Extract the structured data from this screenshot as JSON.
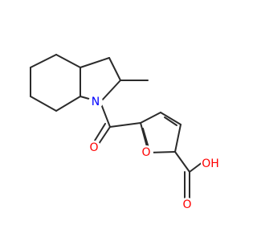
{
  "molecule": {
    "atoms": {
      "nitrogen": {
        "label": "N",
        "color": "#0000ff"
      },
      "carbonyl_oxygen": {
        "label": "O",
        "color": "#ff0000"
      },
      "furan_oxygen": {
        "label": "O",
        "color": "#ff0000"
      },
      "hydroxyl": {
        "label": "OH",
        "color": "#ff0000"
      }
    },
    "bond_color": "#2b2b2b"
  }
}
